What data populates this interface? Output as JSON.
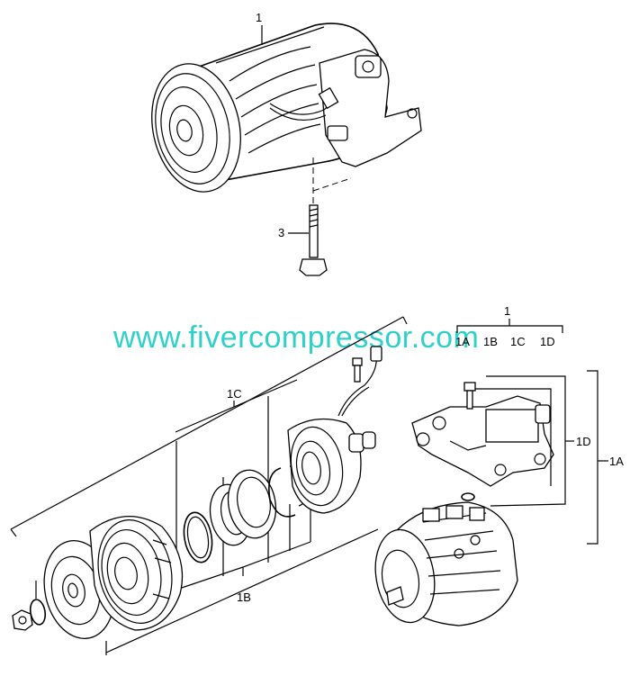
{
  "watermark": "www.fivercompressor.com",
  "callouts": {
    "top_compressor": "1",
    "bolt": "3",
    "kit_main": "1",
    "kit_sub_a": "1A",
    "kit_sub_b": "1B",
    "kit_sub_c": "1C",
    "kit_sub_d": "1D",
    "clutch_group": "1C",
    "bearing_group": "1B",
    "valve_group": "1D",
    "overall_group": "1A"
  }
}
